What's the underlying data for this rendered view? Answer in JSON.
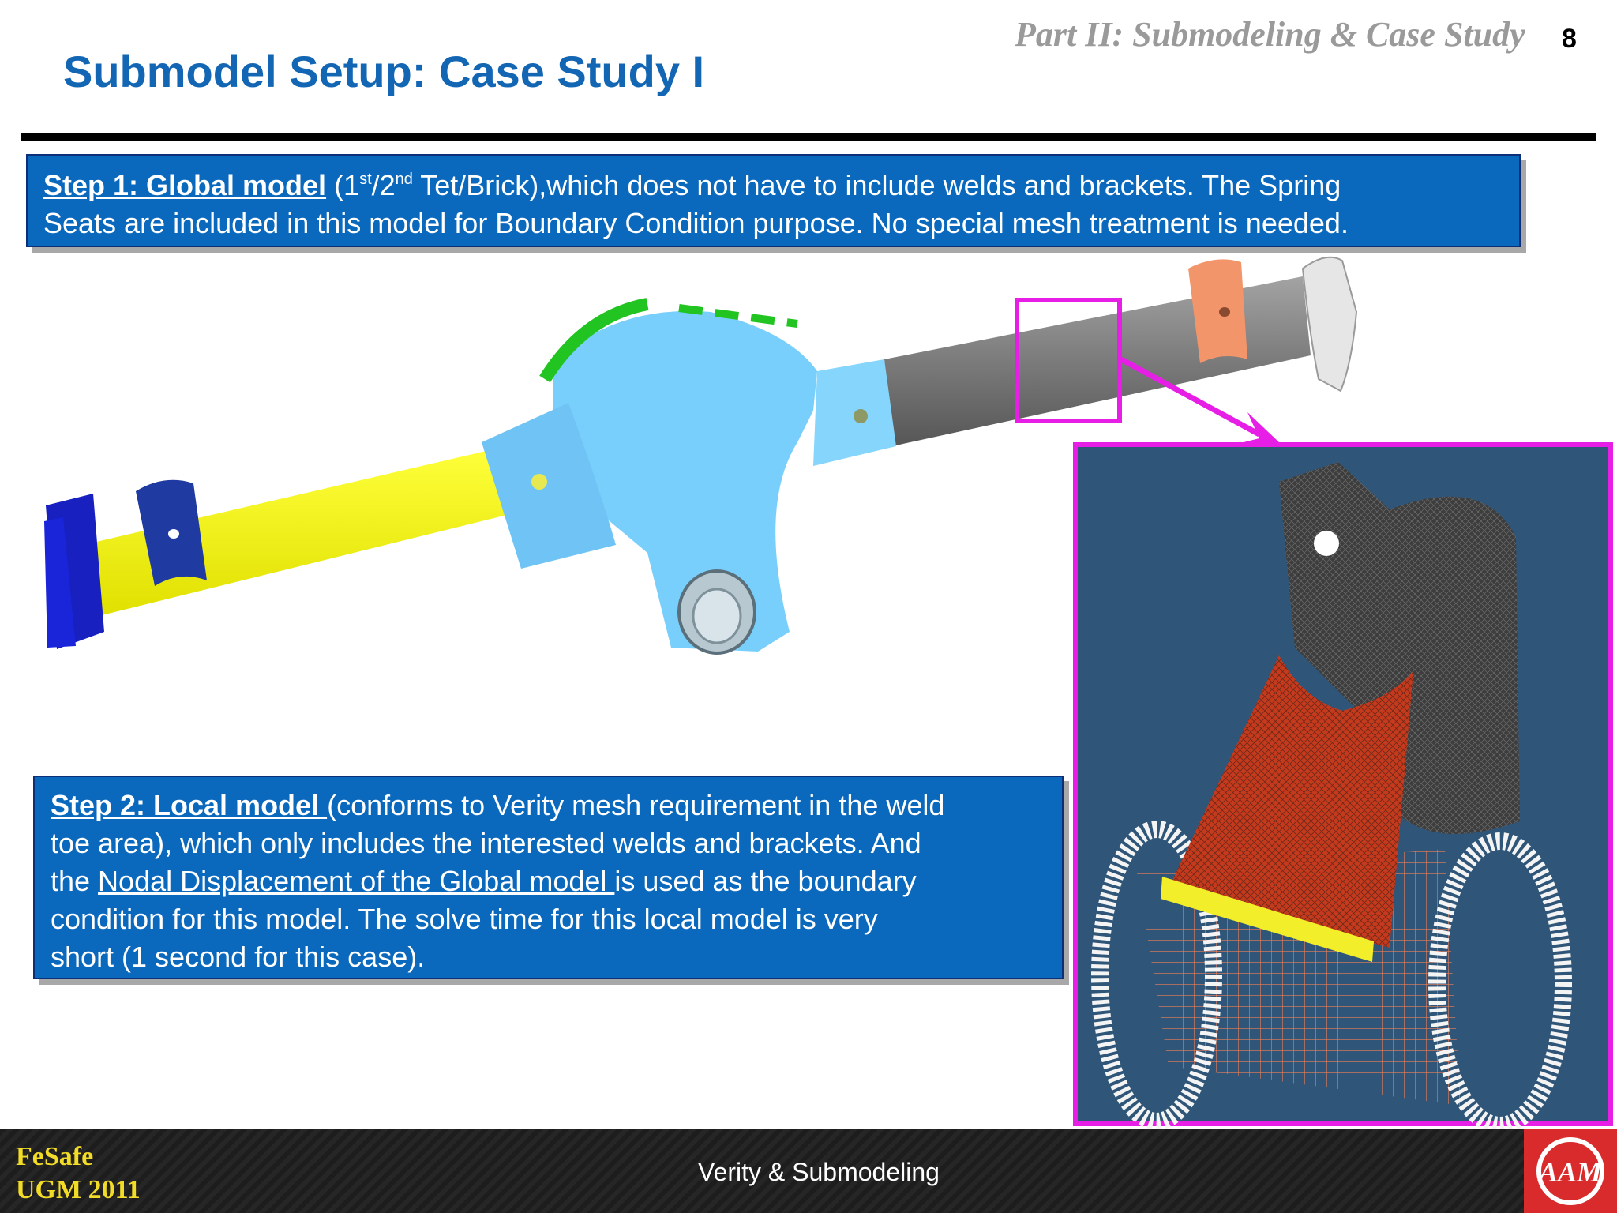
{
  "header": {
    "part": "Part II: Submodeling & Case Study",
    "page_number": "8",
    "title": "Submodel Setup: Case Study I"
  },
  "step1": {
    "lead": "Step 1: Global model",
    "open": " (1",
    "sup1": "st",
    "slash": "/2",
    "sup2": "nd",
    "text1": " Tet/Brick),which does not have to include welds and brackets. The Spring",
    "text2": "Seats are included in this model for Boundary Condition purpose. No special mesh treatment is needed."
  },
  "step2": {
    "lead": "Step 2: Local model ",
    "text1": "(conforms to Verity mesh requirement in the weld",
    "text2": "toe area), which only includes the interested welds and brackets. And",
    "text3_pre": "the ",
    "text3_link": "Nodal Displacement of the Global model ",
    "text3_post": "is used as the boundary",
    "text4": "condition for this model. The solve time for this local model is very",
    "text5": "short (1 second for this case)."
  },
  "footer": {
    "brand_line1": "FeSafe",
    "brand_line2": "UGM 2011",
    "center": "Verity & Submodeling",
    "logo_text": "AAM"
  },
  "colors": {
    "title": "#1366b3",
    "box_fill": "#0a68bd",
    "highlight": "#e61ee6",
    "footer_brand": "#f2dc27",
    "logo_red": "#d92b2b"
  }
}
